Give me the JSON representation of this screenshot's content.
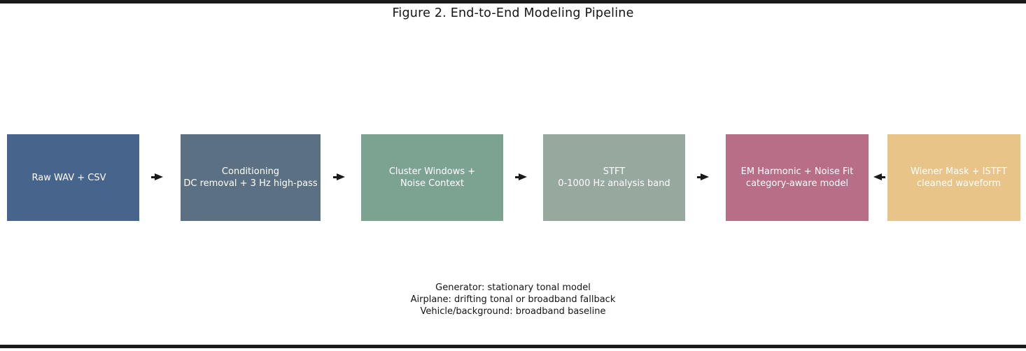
{
  "figure": {
    "title": "Figure 2. End-to-End Modeling Pipeline",
    "text_color": "#151515",
    "background": "#ffffff",
    "frame_border_color": "#1a1a1a"
  },
  "pipeline": {
    "label_text_color": "#ffffff",
    "arrow_color": "#1a1a1a",
    "stages": [
      {
        "id": "raw-input",
        "line1": "Raw WAV + CSV",
        "line2": "",
        "color": "#47658c"
      },
      {
        "id": "conditioning",
        "line1": "Conditioning",
        "line2": "DC removal + 3 Hz high-pass",
        "color": "#5b7183"
      },
      {
        "id": "cluster-windows",
        "line1": "Cluster Windows +",
        "line2": "Noise Context",
        "color": "#7ca392"
      },
      {
        "id": "stft",
        "line1": "STFT",
        "line2": "0-1000 Hz analysis band",
        "color": "#97a89f"
      },
      {
        "id": "em-harmonic-noise-fit",
        "line1": "EM Harmonic + Noise Fit",
        "line2": "category-aware model",
        "color": "#b76e86"
      },
      {
        "id": "wiener-mask-istft",
        "line1": "Wiener Mask + ISTFT",
        "line2": "cleaned waveform",
        "color": "#e9c489"
      }
    ],
    "arrows": [
      {
        "direction": "right"
      },
      {
        "direction": "right"
      },
      {
        "direction": "right"
      },
      {
        "direction": "right"
      },
      {
        "direction": "left"
      }
    ]
  },
  "caption": {
    "line1": "Generator: stationary tonal model",
    "line2": "Airplane: drifting tonal or broadband fallback",
    "line3": "Vehicle/background: broadband baseline"
  }
}
